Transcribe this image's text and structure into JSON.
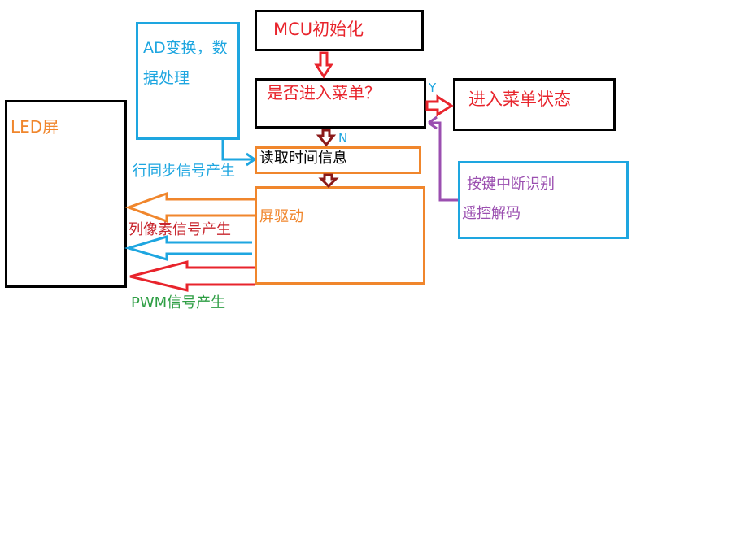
{
  "colors": {
    "black": "#000000",
    "red": "#e8242c",
    "dark_red": "#8b1a1a",
    "orange": "#f0862c",
    "blue": "#1ea6e0",
    "purple": "#9b4fb0",
    "green": "#2e9e44",
    "crimson": "#c8252d"
  },
  "nodes": {
    "mcu_init": "MCU初始化",
    "enter_menu_q": "是否进入菜单？",
    "menu_state": "进入菜单状态",
    "read_time": "读取时间信息",
    "screen_driver": "屏驱动",
    "led_screen": "LED屏",
    "ad_line1": "AD变换，数",
    "ad_line2": "据处理",
    "key_line1": "按键中断识别",
    "key_line2": "遥控解码"
  },
  "labels": {
    "yes": "Y",
    "no": "N",
    "row_sync": "行同步信号产生",
    "col_pixel": "列像素信号产生",
    "pwm": "PWM信号产生"
  }
}
